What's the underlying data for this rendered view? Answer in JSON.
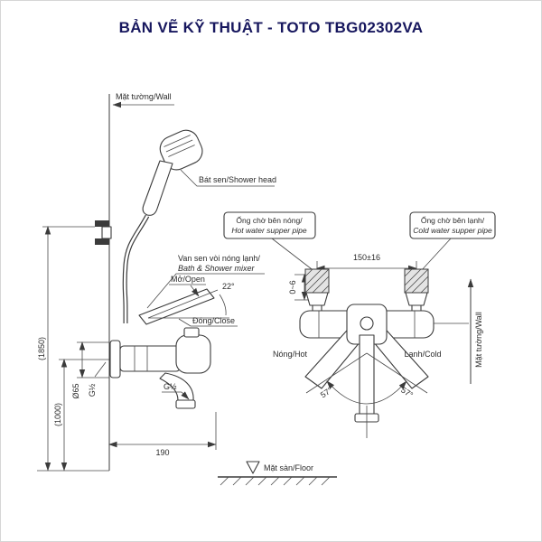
{
  "page": {
    "title": "BẢN VẼ KỸ THUẬT - TOTO TBG02302VA"
  },
  "side_view": {
    "wall_label": "Mặt tường/Wall",
    "shower_head_label": "Bát sen/Shower head",
    "mixer_label_line1": "Van sen vòi nóng lạnh/",
    "mixer_label_line2": "Bath & Shower mixer",
    "open_label": "Mở/Open",
    "open_angle": "22°",
    "close_label": "Đóng/Close",
    "spout_thread": "G½",
    "inlet_thread": "G½",
    "dim_height_total": "(1850)",
    "dim_height_mixer": "(1000)",
    "dim_escutcheon": "Ø65",
    "dim_depth": "190",
    "floor_label": "Mặt sàn/Floor"
  },
  "front_view": {
    "hot_pipe_line1": "Ống chờ bên nóng/",
    "hot_pipe_line2": "Hot water supper pipe",
    "cold_pipe_line1": "Ống chờ bên lạnh/",
    "cold_pipe_line2": "Cold water supper pipe",
    "dim_centers": "150±16",
    "dim_wall_gap": "0~6",
    "hot_label": "Nóng/Hot",
    "cold_label": "Lạnh/Cold",
    "angle_left": "57°",
    "angle_right": "57°",
    "wall_label": "Mặt tường/Wall"
  },
  "colors": {
    "title": "#17175e",
    "line": "#3b3b3b",
    "border": "#d6d6d6"
  }
}
